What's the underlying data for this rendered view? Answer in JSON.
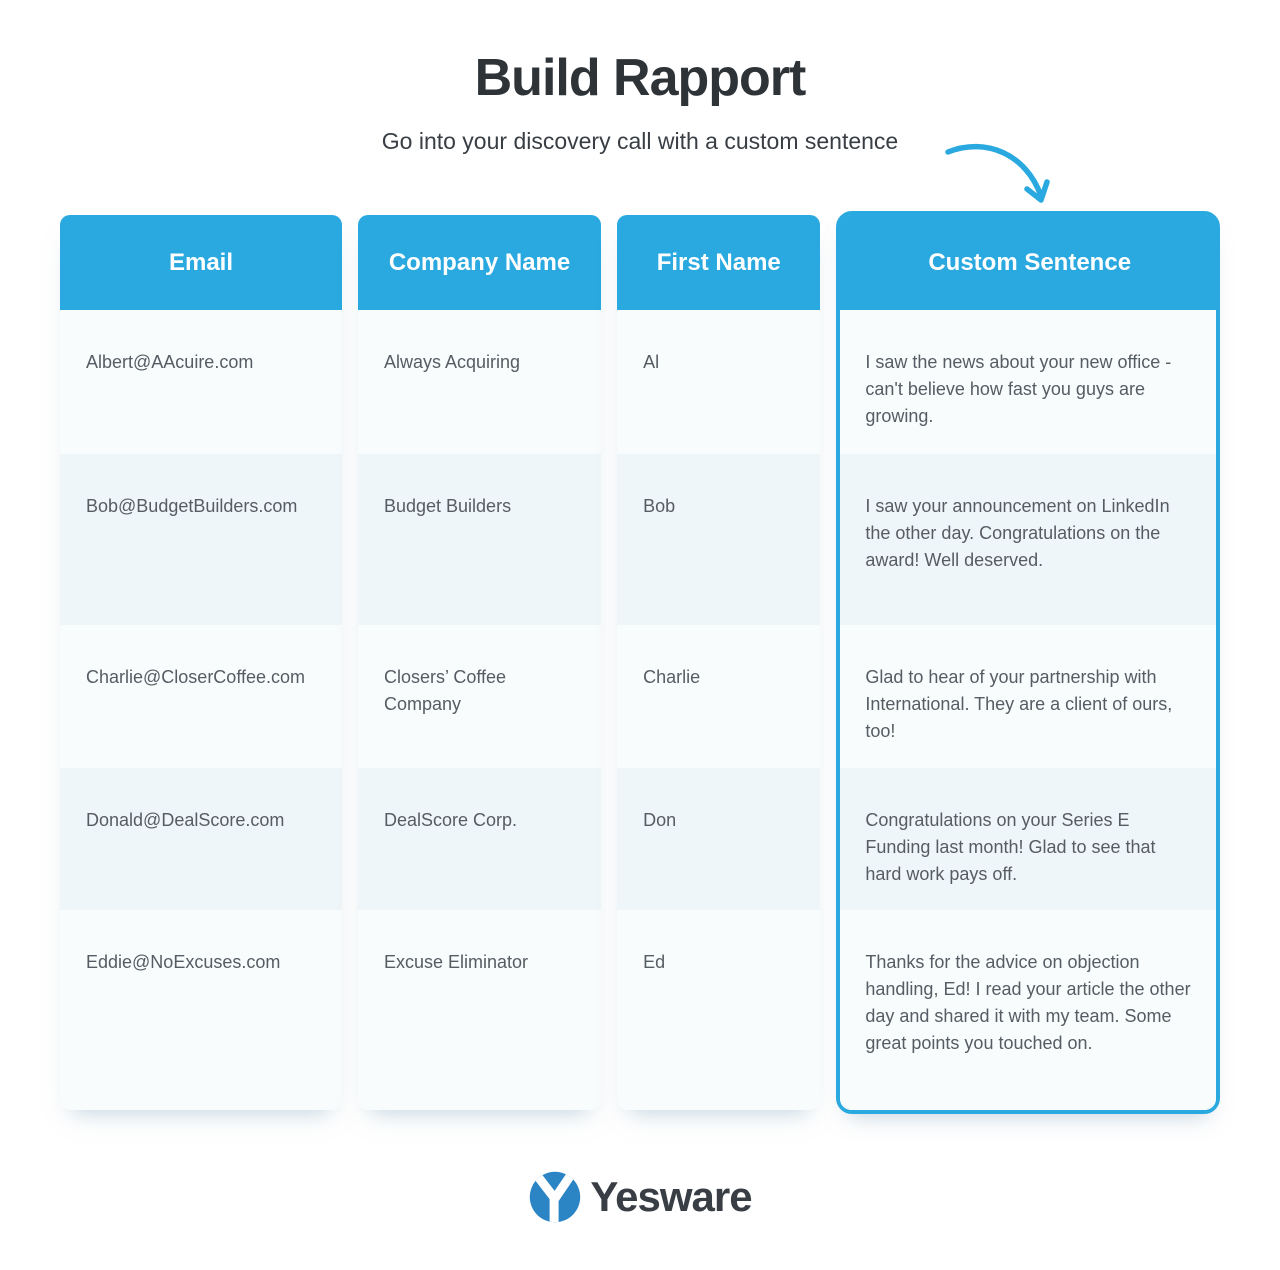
{
  "page": {
    "title": "Build Rapport",
    "subtitle": "Go into your discovery call with a custom sentence"
  },
  "colors": {
    "accent_blue": "#29a9e0",
    "row_light": "#f8fcfd",
    "row_shaded": "#eff6f9",
    "text_dark": "#2e3338",
    "cell_text": "#565c63",
    "logo_blue": "#2b85c5"
  },
  "table": {
    "columns": [
      "Email",
      "Company Name",
      "First Name",
      "Custom Sentence"
    ],
    "rows": [
      {
        "email": "Albert@AAcuire.com",
        "company": "Always Acquiring",
        "first_name": "Al",
        "custom_sentence": "I saw the news about your new office - can't believe how fast you guys are growing."
      },
      {
        "email": "Bob@BudgetBuilders.com",
        "company": "Budget Builders",
        "first_name": "Bob",
        "custom_sentence": "I saw your announcement on LinkedIn the other day. Congratulations on the award! Well deserved."
      },
      {
        "email": "Charlie@CloserCoffee.com",
        "company": "Closers’ Coffee Company",
        "first_name": "Charlie",
        "custom_sentence": "Glad to hear of your partnership with International. They are a client of ours, too!"
      },
      {
        "email": "Donald@DealScore.com",
        "company": "DealScore Corp.",
        "first_name": "Don",
        "custom_sentence": "Congratulations on your Series E Funding last month! Glad to see that hard work pays off."
      },
      {
        "email": "Eddie@NoExcuses.com",
        "company": "Excuse Eliminator",
        "first_name": "Ed",
        "custom_sentence": "Thanks for the advice on objection handling, Ed! I read your article the other day and shared it with my team. Some great points you touched on."
      }
    ]
  },
  "footer": {
    "brand": "Yesware"
  }
}
